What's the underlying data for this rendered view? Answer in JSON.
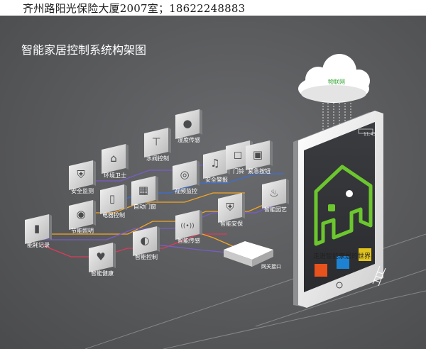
{
  "header": {
    "text": "齐州路阳光保险大厦2007室；18622248883"
  },
  "title": "智能家居控制系统构架图",
  "cloud": {
    "label": "物联网"
  },
  "phone": {
    "caption": "走进智能家居的世界",
    "status_time": "11:45"
  },
  "gateway": {
    "label": "网关接口"
  },
  "modules": [
    {
      "label": "安全监测",
      "icon": "shield-icon"
    },
    {
      "label": "环境卫士",
      "icon": "house-icon"
    },
    {
      "label": "水阀控制",
      "icon": "faucet-icon"
    },
    {
      "label": "湿度传感",
      "icon": "drop-icon"
    },
    {
      "label": "节能照明",
      "icon": "bulb-icon"
    },
    {
      "label": "电器控制",
      "icon": "fridge-icon"
    },
    {
      "label": "自动门窗",
      "icon": "window-icon"
    },
    {
      "label": "视频监控",
      "icon": "camera-icon"
    },
    {
      "label": "安全警报",
      "icon": "alarm-icon"
    },
    {
      "label": "门铃",
      "icon": "doorbell-icon"
    },
    {
      "label": "紧急按钮",
      "icon": "emergency-button-icon"
    },
    {
      "label": "能耗记录",
      "icon": "bar-chart-icon"
    },
    {
      "label": "智能控制",
      "icon": "switch-icon"
    },
    {
      "label": "智能传感",
      "icon": "wireless-sensor-icon"
    },
    {
      "label": "智能安保",
      "icon": "security-shield-icon"
    },
    {
      "label": "智能园艺",
      "icon": "watering-can-icon"
    },
    {
      "label": "智能健康",
      "icon": "heart-icon"
    }
  ],
  "colors": {
    "accent_green": "#6cc62e",
    "line_orange": "#f5a623",
    "line_purple": "#7b5cc9",
    "line_red": "#e03a5a",
    "line_blue": "#3b6fd6"
  }
}
